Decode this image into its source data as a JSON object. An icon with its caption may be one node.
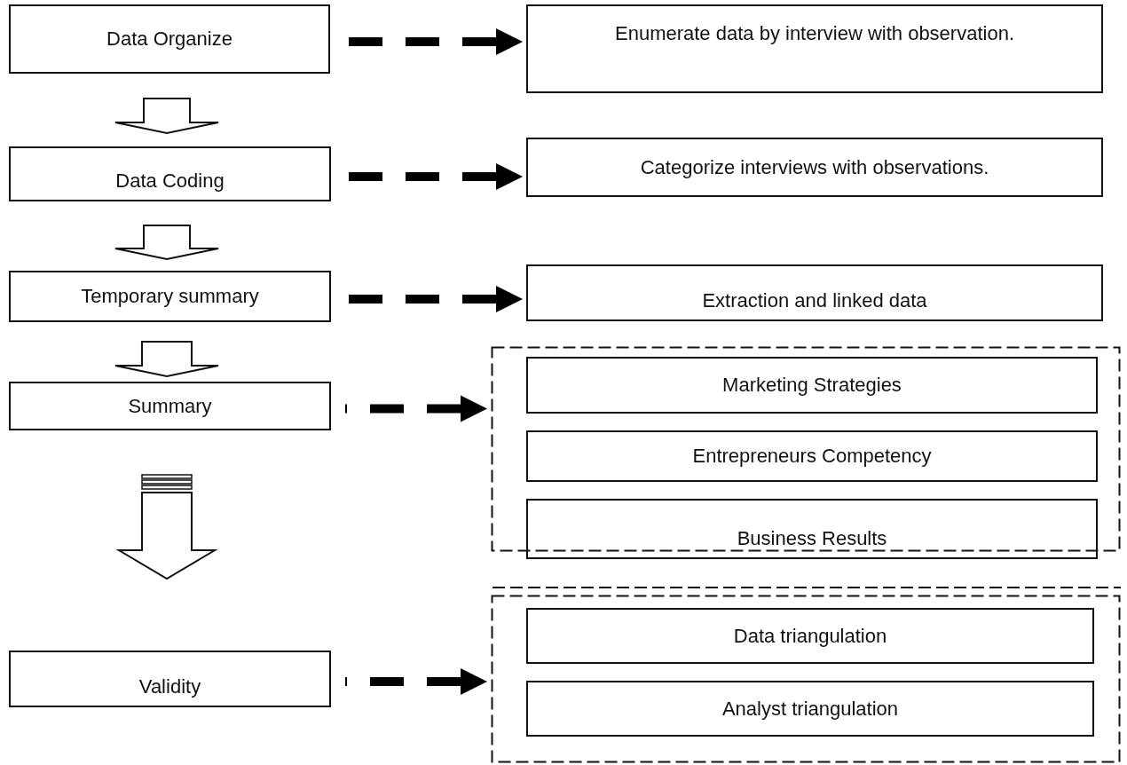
{
  "diagram": {
    "nodes": [
      {
        "text": [
          "Data Organize"
        ]
      },
      {
        "text": [
          "Enumerate data by interview with observation."
        ]
      },
      {
        "text": [
          "Data Coding"
        ]
      },
      {
        "text": [
          "Categorize interviews with observations."
        ]
      },
      {
        "text": [
          "Temporary summary"
        ]
      },
      {
        "text": [
          "Extraction and linked data"
        ]
      },
      {
        "text": [
          "Summary"
        ]
      },
      {
        "text": [],
        "shape": "box"
      },
      {
        "text": [
          "Marketing Strategies"
        ],
        "in": 7
      },
      {
        "text": [
          "Entrepreneurs Competency"
        ],
        "in": 7
      },
      {
        "text": [
          "Business Results"
        ],
        "in": 7
      },
      {
        "text": [
          "Validity"
        ]
      },
      {
        "text": [],
        "shape": "box"
      },
      {
        "text": [
          "Data triangulation"
        ],
        "in": 12
      },
      {
        "text": [
          "Analyst triangulation"
        ],
        "in": 12
      }
    ],
    "edges": [
      {
        "from": 0,
        "to": 1,
        "arrow": "to",
        "style": "dashed"
      },
      {
        "from": 0,
        "to": 2,
        "arrow": "to"
      },
      {
        "from": 2,
        "to": 3,
        "arrow": "to",
        "style": "dashed"
      },
      {
        "from": 2,
        "to": 4,
        "arrow": "to"
      },
      {
        "from": 4,
        "to": 5,
        "arrow": "to",
        "style": "dashed"
      },
      {
        "from": 4,
        "to": 6,
        "arrow": "to"
      },
      {
        "from": 6,
        "to": 7,
        "arrow": "to",
        "style": "dashed"
      },
      {
        "from": 6,
        "to": 11,
        "arrow": "to"
      },
      {
        "from": 11,
        "to": 12,
        "arrow": "to",
        "style": "dashed"
      }
    ]
  }
}
